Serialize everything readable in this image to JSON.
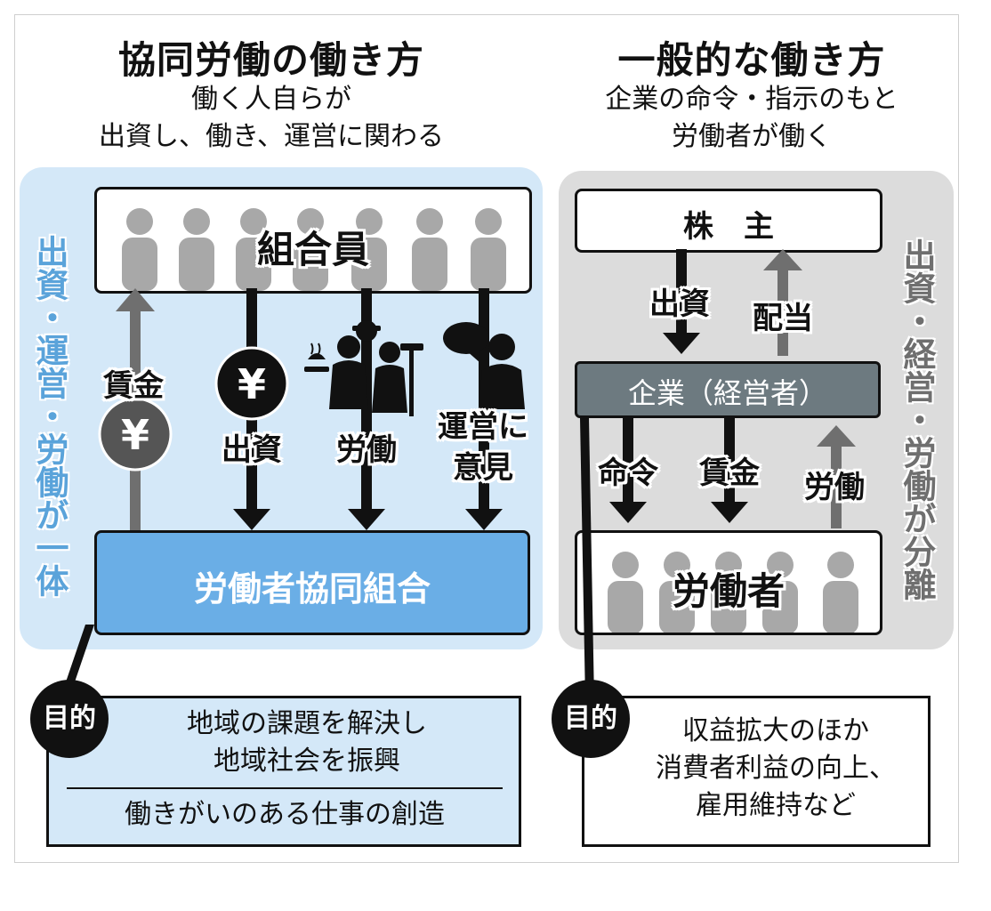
{
  "left": {
    "title": "協同労働の働き方",
    "subtitle_line1": "働く人自らが",
    "subtitle_line2": "出資し、働き、運営に関わる",
    "side_label": "出資・運営・労働が一体",
    "members_box": "組合員",
    "coop_box": "労働者協同組合",
    "wage_label": "賃金",
    "wage_symbol": "¥",
    "investment_label": "出資",
    "investment_symbol": "¥",
    "labor_label": "労働",
    "opinion_label_line1": "運営に",
    "opinion_label_line2": "意見",
    "purpose_badge": "目的",
    "purpose_line1": "地域の課題を解決し",
    "purpose_line2": "地域社会を振興",
    "purpose_line3": "働きがいのある仕事の創造"
  },
  "right": {
    "title": "一般的な働き方",
    "subtitle_line1": "企業の命令・指示のもと",
    "subtitle_line2": "労働者が働く",
    "side_label": "出資・経営・労働が分離",
    "shareholder_box": "株　主",
    "company_box": "企業（経営者）",
    "workers_box": "労働者",
    "investment_label": "出資",
    "dividend_label": "配当",
    "order_label": "命令",
    "wage_label": "賃金",
    "labor_label": "労働",
    "purpose_badge": "目的",
    "purpose_line1": "収益拡大のほか",
    "purpose_line2": "消費者利益の向上、",
    "purpose_line3": "雇用維持など"
  },
  "colors": {
    "blue_panel": "#d4e8f8",
    "blue_box": "#6aaee6",
    "blue_text": "#5aa3da",
    "gray_panel": "#dcdcdc",
    "gray_box": "#6d7a80",
    "person_gray": "#a8a8a8",
    "dark": "#111111"
  }
}
